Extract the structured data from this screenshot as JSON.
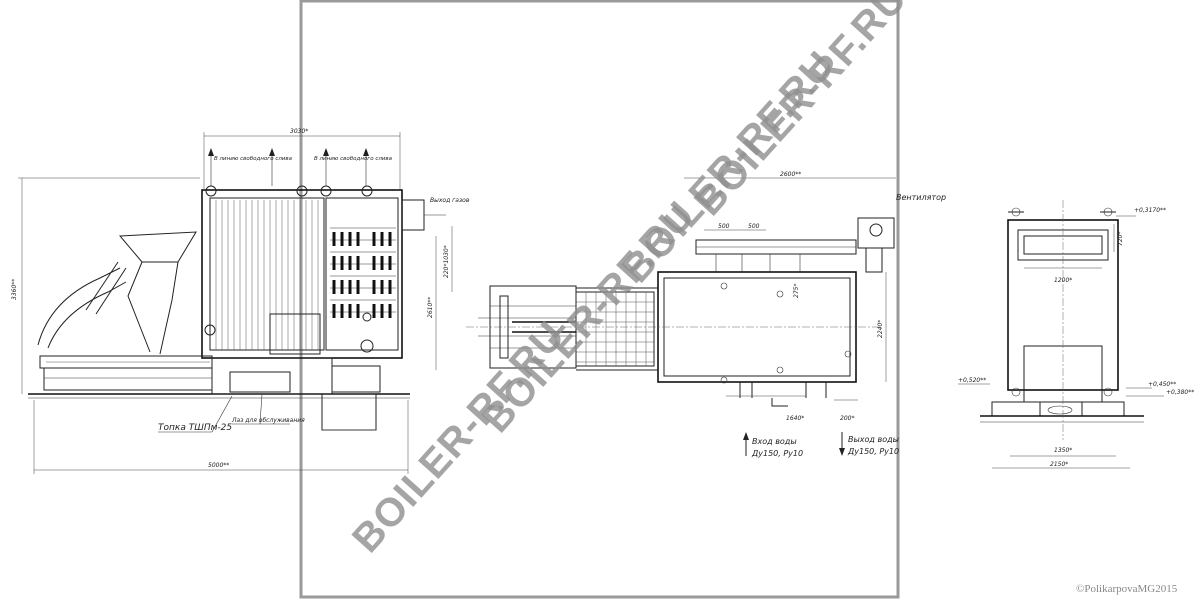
{
  "views": {
    "side": {
      "firebox_label": "Топка ТШПм-25",
      "hatch_label": "Лаз для обслуживания",
      "outlet_top_left": "В линию свободного слива",
      "outlet_top_right": "В линию свободного слива",
      "gas_outlet": "Выход газов",
      "dim_total_length": "5000**",
      "dim_top_width": "3030*",
      "dim_height": "3360**",
      "dim_height_mid": "2610**",
      "dim_gas_pipe": "220*1030*"
    },
    "top": {
      "fan_label": "Вентилятор",
      "water_in": "Вход воды",
      "water_in_spec": "Ду150, Ру10",
      "water_out": "Выход воды",
      "water_out_spec": "Ду150, Ру10",
      "dim_length": "2600**",
      "dim_500a": "500",
      "dim_500b": "500",
      "dim_275": "275*",
      "dim_width": "2240*",
      "dim_1640": "1640*",
      "dim_200": "200*"
    },
    "front": {
      "dim_top_mark": "+0,3170**",
      "dim_1200": "1200*",
      "dim_720": "720*",
      "dim_left_mark": "+0,520**",
      "dim_right_mark1": "+0,450**",
      "dim_right_mark2": "+0,380**",
      "dim_1350": "1350*",
      "dim_2150": "2150*"
    }
  },
  "watermarks": [
    "BOILER-RF.RU",
    "BOILER-RF.RU",
    "BOILER-RF.RU",
    "BOILER-RF.RU"
  ],
  "copyright": "©PolikarpovaMG2015"
}
